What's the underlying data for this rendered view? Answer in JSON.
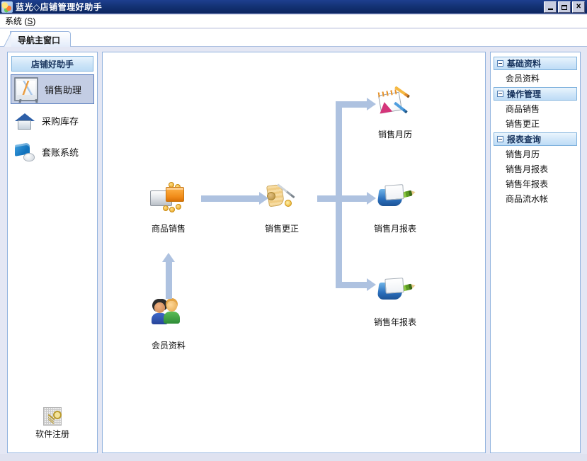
{
  "window": {
    "title": "蓝光◇店铺管理好助手",
    "icon": "app-icon",
    "buttons": {
      "minimize": "minimize-icon",
      "maximize": "maximize-icon",
      "close": "close-icon"
    }
  },
  "menubar": {
    "items": [
      {
        "label": "系统 (S)",
        "text_before": "系统 (",
        "mnemonic": "S",
        "text_after": ")"
      }
    ]
  },
  "tabs": [
    {
      "label": "导航主窗口",
      "active": true
    }
  ],
  "sidebar": {
    "header": "店铺好助手",
    "items": [
      {
        "label": "销售助理",
        "icon": "easel-icon",
        "selected": true
      },
      {
        "label": "采购库存",
        "icon": "house-icon",
        "selected": false
      },
      {
        "label": "套账系统",
        "icon": "book-mouse-icon",
        "selected": false
      }
    ],
    "footer": {
      "label": "软件注册",
      "icon": "key-icon"
    }
  },
  "diagram": {
    "nodes": [
      {
        "id": "goods-sale",
        "label": "商品销售",
        "icon": "cash-register-icon"
      },
      {
        "id": "sale-correction",
        "label": "销售更正",
        "icon": "receipt-pen-icon"
      },
      {
        "id": "sale-calendar",
        "label": "销售月历",
        "icon": "calendar-pencils-icon"
      },
      {
        "id": "month-report",
        "label": "销售月报表",
        "icon": "folder-report-icon"
      },
      {
        "id": "year-report",
        "label": "销售年报表",
        "icon": "folder-report-icon"
      },
      {
        "id": "member-data",
        "label": "会员资料",
        "icon": "two-users-icon"
      }
    ],
    "arrow_color": "#aec2e0"
  },
  "taskpanel": {
    "groups": [
      {
        "title": "基础资料",
        "collapsed": false,
        "items": [
          "会员资料"
        ]
      },
      {
        "title": "操作管理",
        "collapsed": false,
        "items": [
          "商品销售",
          "销售更正"
        ]
      },
      {
        "title": "报表查询",
        "collapsed": false,
        "items": [
          "销售月历",
          "销售月报表",
          "销售年报表",
          "商品流水帐"
        ]
      }
    ]
  },
  "colors": {
    "titlebar_start": "#1e3f8f",
    "titlebar_end": "#0c2560",
    "panel_border": "#90b2de",
    "group_header": "#bedcf6",
    "selection": "#c3cde4",
    "arrow": "#aec2e0",
    "workspace_bg": "#e4e7f4"
  }
}
